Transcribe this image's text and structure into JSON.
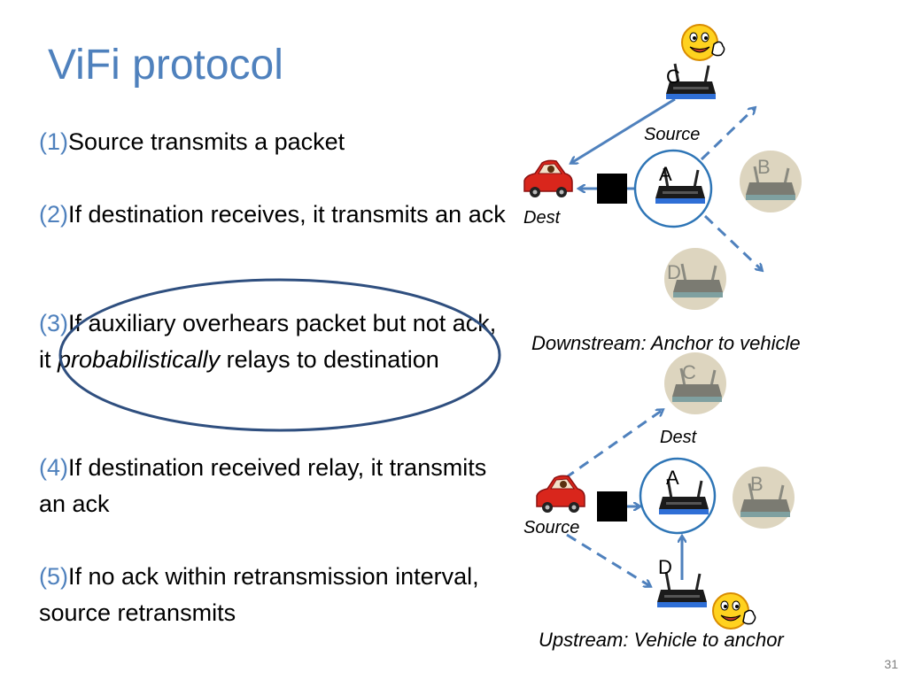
{
  "slide": {
    "title": "ViFi protocol",
    "page_number": "31"
  },
  "steps": [
    {
      "num": "(1)",
      "text": "Source transmits a packet"
    },
    {
      "num": "(2)",
      "text": "If destination receives, it transmits an ack"
    },
    {
      "num": "(3)",
      "pre": "If auxiliary overhears packet but not ack, it ",
      "em": "probabilistically",
      "post": " relays to destination"
    },
    {
      "num": "(4)",
      "text": "If destination received relay, it transmits an ack"
    },
    {
      "num": "(5)",
      "text": "If no ack within retransmission interval, source retransmits"
    }
  ],
  "downstream": {
    "caption": "Downstream: Anchor to vehicle",
    "source_label": "Source",
    "dest_label": "Dest",
    "nodes": [
      "C",
      "A",
      "B",
      "D"
    ]
  },
  "upstream": {
    "caption": "Upstream: Vehicle to anchor",
    "source_label": "Source",
    "dest_label": "Dest",
    "nodes": [
      "C",
      "A",
      "B",
      "D"
    ]
  },
  "colors": {
    "accent": "#4f81bd",
    "arrow": "#4f81bd",
    "ellipse": "#2f4f7f",
    "inactive_node": "#ddd5bf",
    "car": "#d9261c",
    "packet": "#000000"
  }
}
